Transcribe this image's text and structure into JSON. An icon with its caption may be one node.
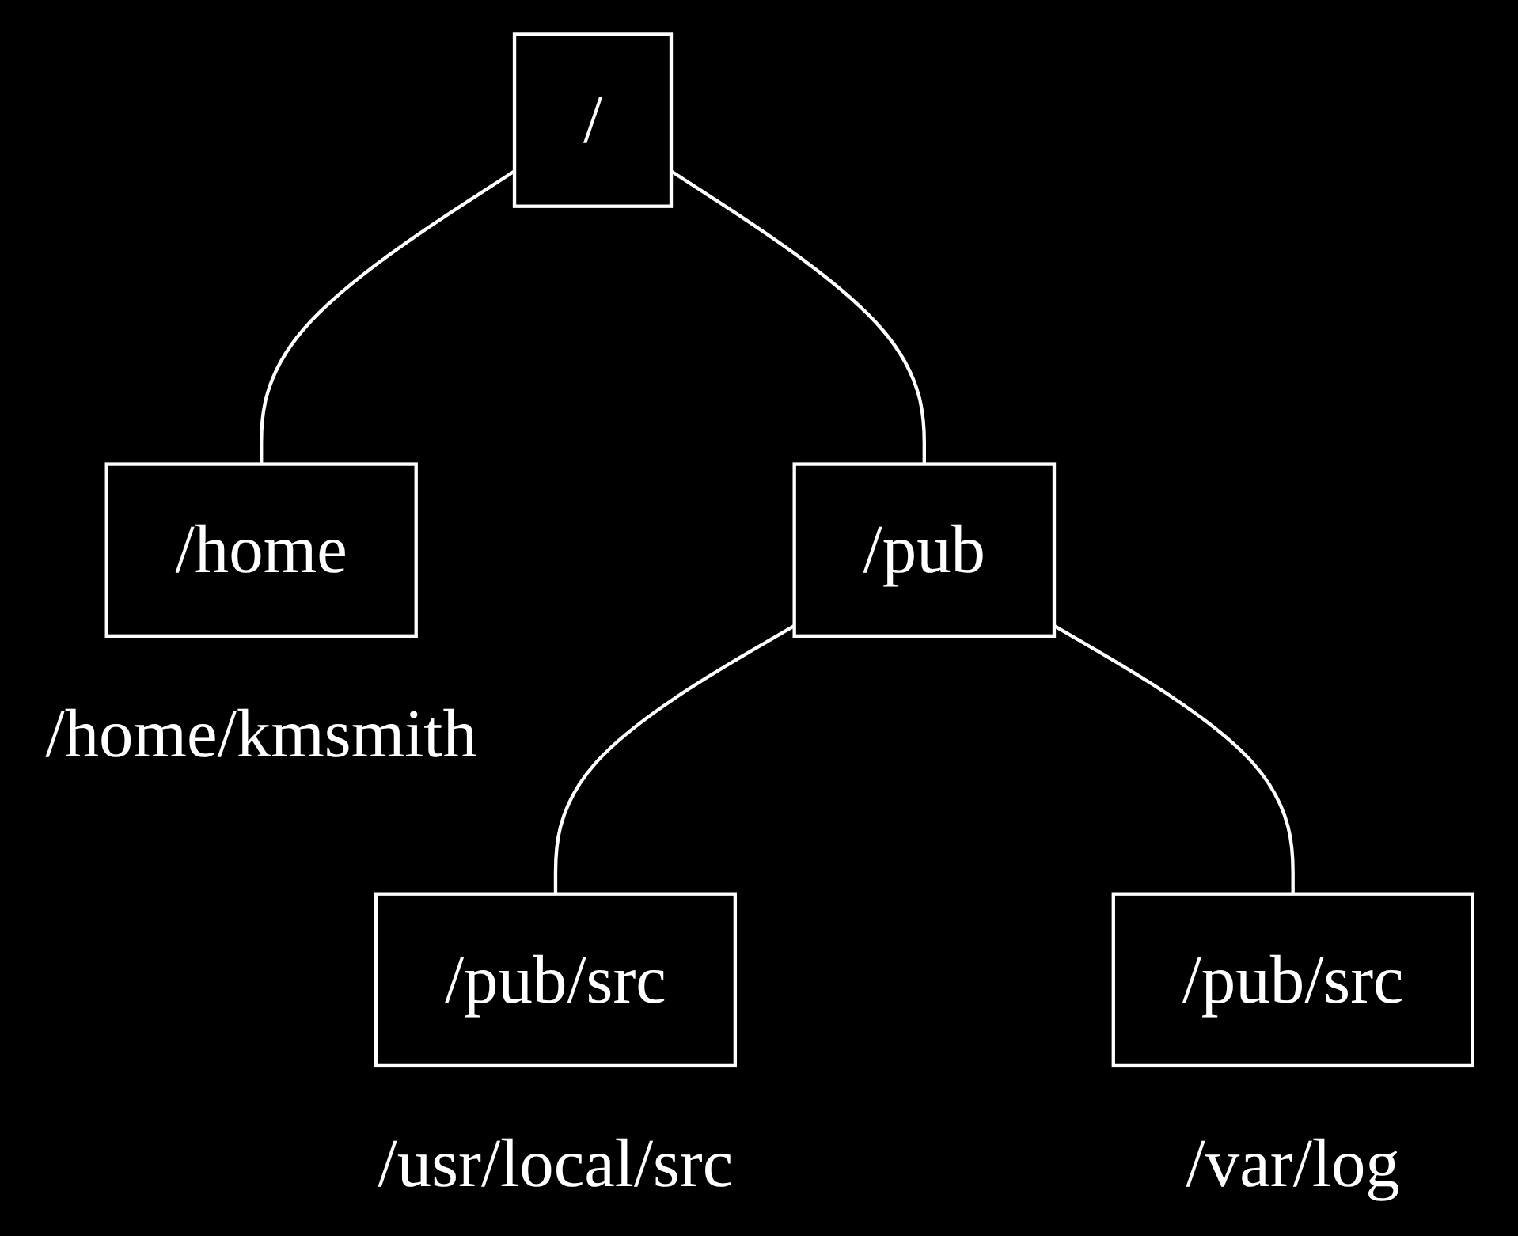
{
  "diagram": {
    "nodes": [
      {
        "text": [
          "/"
        ]
      },
      {
        "text": [
          "/home"
        ],
        "beside": [
          "/home/kmsmith"
        ]
      },
      {
        "text": [
          "/pub"
        ]
      },
      {
        "text": [
          "/pub/src"
        ],
        "beside": [
          "/usr/local/src"
        ]
      },
      {
        "text": [
          "/pub/src"
        ],
        "beside": [
          "/var/log"
        ]
      }
    ],
    "edges": [
      {
        "from": 0,
        "to": 1,
        "arrow": "none"
      },
      {
        "from": 0,
        "to": 2,
        "arrow": "none"
      },
      {
        "from": 2,
        "to": 3,
        "arrow": "none"
      },
      {
        "from": 2,
        "to": 4,
        "arrow": "none"
      }
    ]
  }
}
